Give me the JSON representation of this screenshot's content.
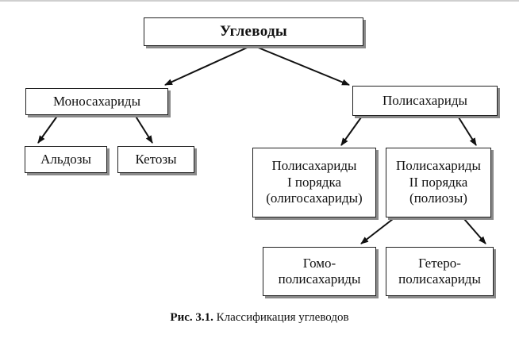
{
  "nodes": {
    "root": "Углеводы",
    "mono": "Моносахариды",
    "poly": "Полисахариды",
    "aldoses": "Альдозы",
    "ketoses": "Кетозы",
    "poly1": "Полисахариды\nI порядка\n(олигосахариды)",
    "poly2": "Полисахариды\nII порядка\n(полиозы)",
    "homo": "Гомо-\nполисахариды",
    "hetero": "Гетеро-\nполисахариды"
  },
  "caption": {
    "label": "Рис. 3.1.",
    "text": " Классификация углеводов"
  },
  "colors": {
    "stroke": "#222222",
    "shadow": "#8a8a8a"
  }
}
